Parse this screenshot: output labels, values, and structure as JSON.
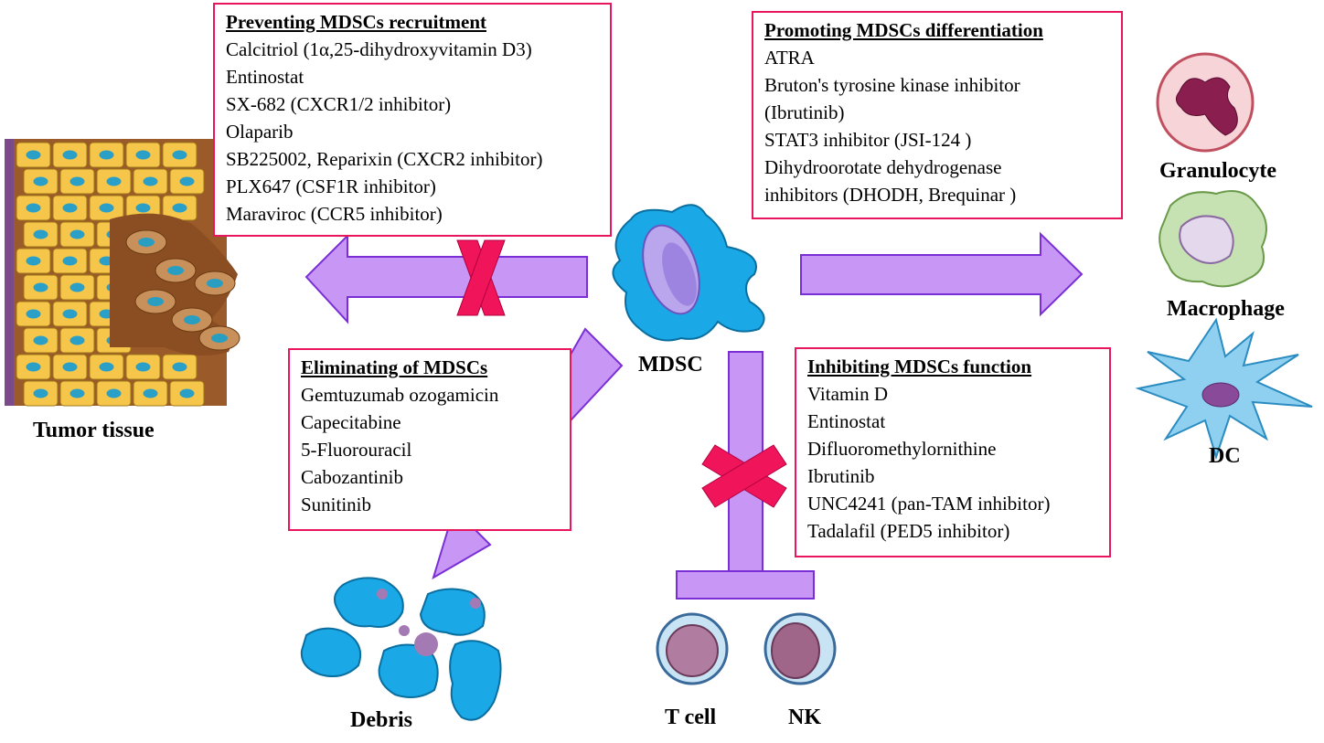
{
  "center_label": "MDSC",
  "boxes": {
    "recruitment": {
      "title": "Preventing MDSCs recruitment",
      "items": [
        "Calcitriol (1α,25-dihydroxyvitamin D3)",
        "Entinostat",
        "SX-682 (CXCR1/2 inhibitor)",
        "Olaparib",
        "SB225002, Reparixin (CXCR2 inhibitor)",
        "PLX647 (CSF1R inhibitor)",
        "Maraviroc (CCR5 inhibitor)"
      ]
    },
    "differentiation": {
      "title": "Promoting MDSCs differentiation",
      "items": [
        "ATRA",
        "Bruton's tyrosine kinase inhibitor",
        "(Ibrutinib)",
        "STAT3 inhibitor (JSI-124 )",
        "Dihydroorotate dehydrogenase",
        "inhibitors (DHODH, Brequinar )"
      ]
    },
    "elimination": {
      "title": "Eliminating of MDSCs",
      "items": [
        "Gemtuzumab ozogamicin",
        "Capecitabine",
        "5-Fluorouracil",
        "Cabozantinib",
        "Sunitinib"
      ]
    },
    "function": {
      "title": "Inhibiting MDSCs function",
      "items": [
        "Vitamin D",
        "Entinostat",
        "Difluoromethylornithine",
        "Ibrutinib",
        "UNC4241 (pan-TAM inhibitor)",
        "Tadalafil (PED5 inhibitor)"
      ]
    }
  },
  "cells": {
    "tumor": "Tumor tissue",
    "granulocyte": "Granulocyte",
    "macrophage": "Macrophage",
    "dc": "DC",
    "debris": "Debris",
    "tcell": "T cell",
    "nk": "NK"
  },
  "colors": {
    "arrow_fill": "#c896f5",
    "arrow_stroke": "#7a2fd6",
    "box_border": "#e8155f",
    "cross": "#f0145a",
    "mdsc_blue": "#1aa9e6",
    "tumor_cell": "#f5c64a",
    "tumor_matrix": "#9a5a2a"
  }
}
